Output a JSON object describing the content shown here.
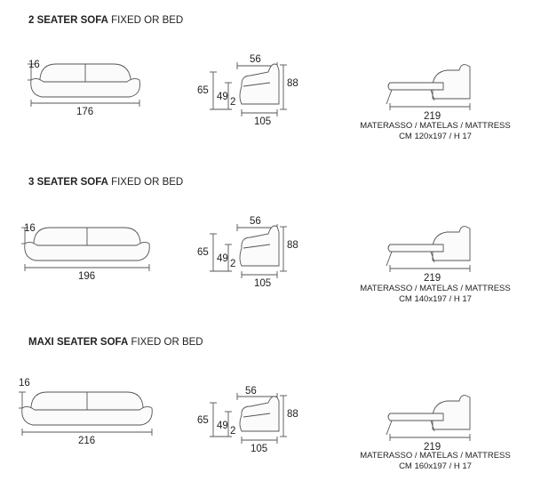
{
  "sections": [
    {
      "title_bold": "2 SEATER SOFA",
      "title_rest": " FIXED OR BED",
      "front": {
        "depth": "16",
        "width": "176"
      },
      "side": {
        "seat_depth": "56",
        "total_height": "88",
        "back_height": "65",
        "seat_height": "49",
        "foot": "2",
        "depth": "105"
      },
      "bed": {
        "length": "219",
        "mattress_label": "MATERASSO / MATELAS / MATTRESS",
        "mattress_size": "CM 120x197 / H 17"
      }
    },
    {
      "title_bold": "3 SEATER SOFA",
      "title_rest": " FIXED OR BED",
      "front": {
        "depth": "16",
        "width": "196"
      },
      "side": {
        "seat_depth": "56",
        "total_height": "88",
        "back_height": "65",
        "seat_height": "49",
        "foot": "2",
        "depth": "105"
      },
      "bed": {
        "length": "219",
        "mattress_label": "MATERASSO / MATELAS / MATTRESS",
        "mattress_size": "CM 140x197 / H 17"
      }
    },
    {
      "title_bold": "MAXI SEATER SOFA",
      "title_rest": " FIXED OR BED",
      "front": {
        "depth": "16",
        "width": "216"
      },
      "side": {
        "seat_depth": "56",
        "total_height": "88",
        "back_height": "65",
        "seat_height": "49",
        "foot": "2",
        "depth": "105"
      },
      "bed": {
        "length": "219",
        "mattress_label": "MATERASSO / MATELAS / MATTRESS",
        "mattress_size": "CM 160x197 / H 17"
      }
    }
  ]
}
